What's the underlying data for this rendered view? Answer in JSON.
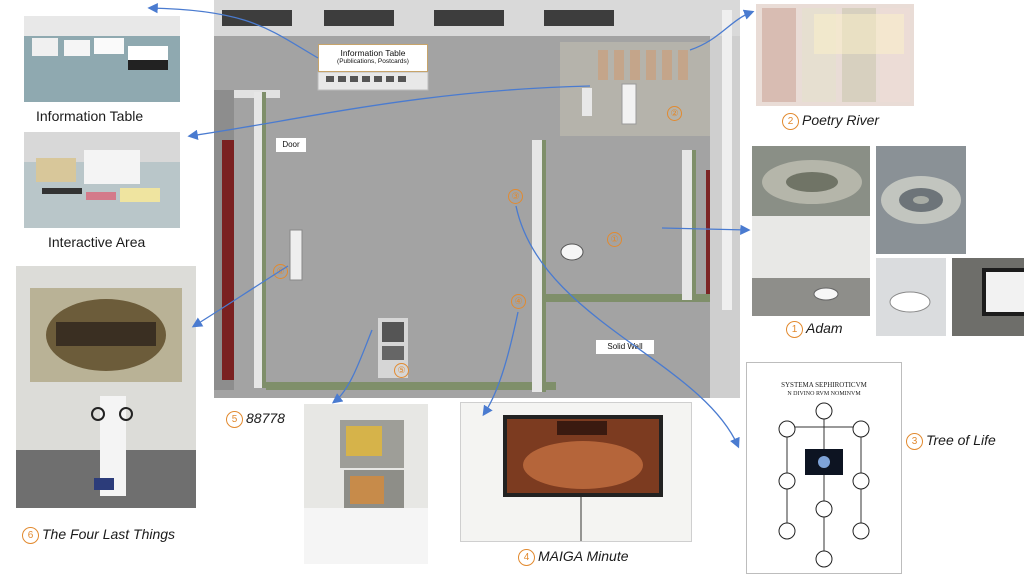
{
  "floorplan": {
    "info_table_title": "Information Table",
    "info_table_sub": "(Publications, Postcards)",
    "door_label": "Door",
    "solid_wall_label": "Solid Wall",
    "markers": [
      "②",
      "③",
      "④",
      "⑤",
      "⑥",
      "①"
    ]
  },
  "captions": {
    "information_table": "Information Table",
    "interactive_area": "Interactive Area",
    "poetry_river": {
      "num": "2",
      "title": "Poetry River"
    },
    "adam": {
      "num": "1",
      "title": "Adam"
    },
    "tree_of_life": {
      "num": "3",
      "title": "Tree of Life"
    },
    "maiga_minute": {
      "num": "4",
      "title": "MAIGA Minute"
    },
    "n88778": {
      "num": "5",
      "title": "88778"
    },
    "four_last_things": {
      "num": "6",
      "title": "The Four Last Things"
    }
  },
  "tree_doc": {
    "header": "SYSTEMA    SEPHIROTICVM",
    "sub": "N DIVINO    RVM NOMINVM"
  },
  "colors": {
    "arrow": "#4a7bd0",
    "accent_orange": "#e28a2f",
    "wall_green": "#7f8f6a",
    "floor": "#a3a3a3"
  }
}
